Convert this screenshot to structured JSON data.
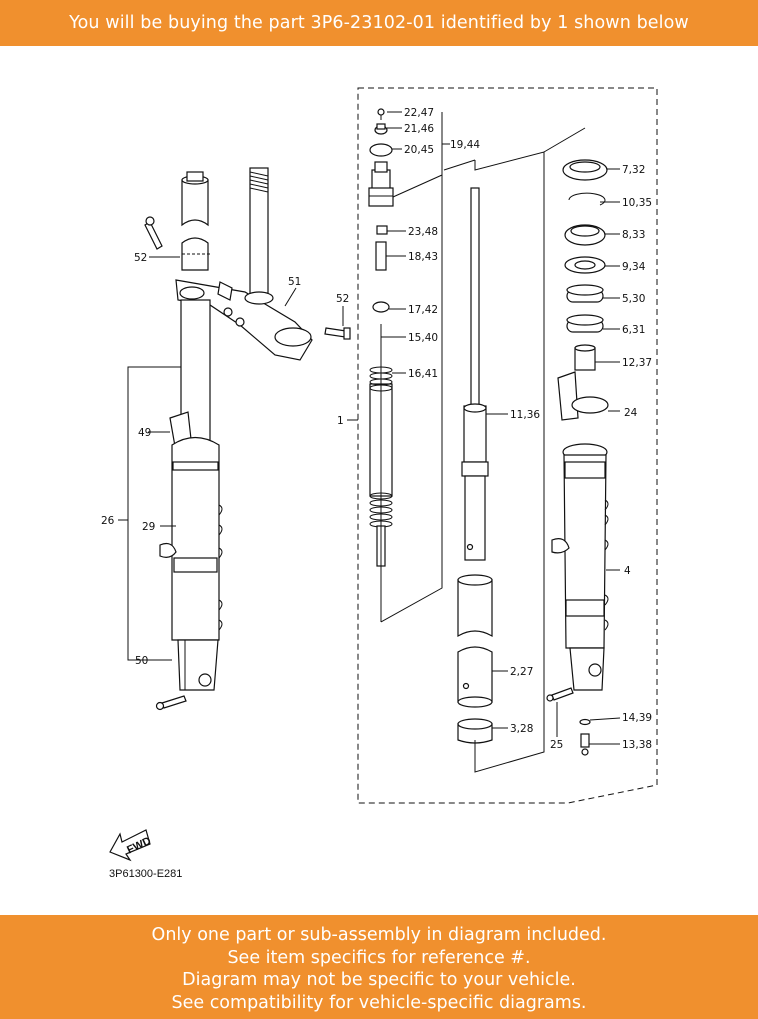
{
  "header": {
    "text": "You will be buying the part 3P6-23102-01 identified by 1 shown below"
  },
  "footer": {
    "lines": [
      "Only one part or sub-assembly in diagram included.",
      "See item specifics for reference #.",
      "Diagram may not be specific to your vehicle.",
      "See compatibility for vehicle-specific diagrams."
    ]
  },
  "diagram": {
    "code": "3P61300-E281",
    "fwd": "FWD",
    "callouts": {
      "c22": "22,47",
      "c21": "21,46",
      "c20": "20,45",
      "c19": "19,44",
      "c23": "23,48",
      "c18": "18,43",
      "c17": "17,42",
      "c15": "15,40",
      "c16": "16,41",
      "c1": "1",
      "c11": "11,36",
      "c2": "2,27",
      "c3": "3,28",
      "c7": "7,32",
      "c10": "10,35",
      "c8": "8,33",
      "c9": "9,34",
      "c5": "5,30",
      "c6": "6,31",
      "c12": "12,37",
      "c24": "24",
      "c4": "4",
      "c14": "14,39",
      "c13": "13,38",
      "c25": "25",
      "c52a": "52",
      "c52b": "52",
      "c51": "51",
      "c49": "49",
      "c26": "26",
      "c29": "29",
      "c50": "50"
    }
  },
  "colors": {
    "banner": "#f0902e",
    "banner_text": "#ffffff",
    "line": "#111111"
  }
}
